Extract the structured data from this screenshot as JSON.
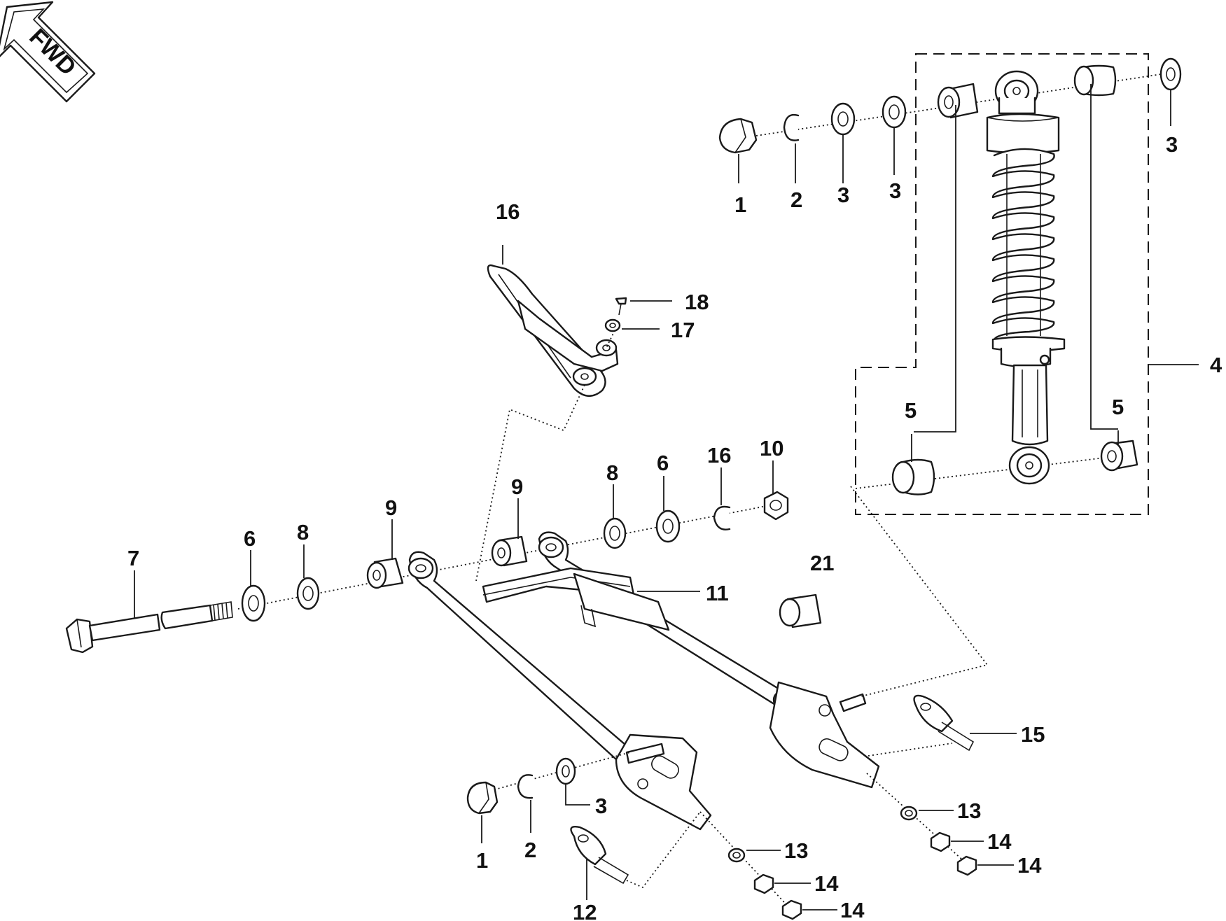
{
  "direction_badge": {
    "text": "FWD"
  },
  "callouts": [
    {
      "id": "c1a",
      "text": "1"
    },
    {
      "id": "c2a",
      "text": "2"
    },
    {
      "id": "c3a",
      "text": "3"
    },
    {
      "id": "c3b",
      "text": "3"
    },
    {
      "id": "c3c",
      "text": "3"
    },
    {
      "id": "c4",
      "text": "4"
    },
    {
      "id": "c5a",
      "text": "5"
    },
    {
      "id": "c5b",
      "text": "5"
    },
    {
      "id": "c16a",
      "text": "16"
    },
    {
      "id": "c18",
      "text": "18"
    },
    {
      "id": "c17",
      "text": "17"
    },
    {
      "id": "c7",
      "text": "7"
    },
    {
      "id": "c6a",
      "text": "6"
    },
    {
      "id": "c8a",
      "text": "8"
    },
    {
      "id": "c9a",
      "text": "9"
    },
    {
      "id": "c9b",
      "text": "9"
    },
    {
      "id": "c8b",
      "text": "8"
    },
    {
      "id": "c6b",
      "text": "6"
    },
    {
      "id": "c16b",
      "text": "16"
    },
    {
      "id": "c10",
      "text": "10"
    },
    {
      "id": "c21",
      "text": "21"
    },
    {
      "id": "c11",
      "text": "11"
    },
    {
      "id": "c15",
      "text": "15"
    },
    {
      "id": "c3d",
      "text": "3"
    },
    {
      "id": "c1b",
      "text": "1"
    },
    {
      "id": "c2b",
      "text": "2"
    },
    {
      "id": "c12",
      "text": "12"
    },
    {
      "id": "c13a",
      "text": "13"
    },
    {
      "id": "c14a",
      "text": "14"
    },
    {
      "id": "c14b",
      "text": "14"
    },
    {
      "id": "c13b",
      "text": "13"
    },
    {
      "id": "c14c",
      "text": "14"
    },
    {
      "id": "c14d",
      "text": "14"
    }
  ]
}
